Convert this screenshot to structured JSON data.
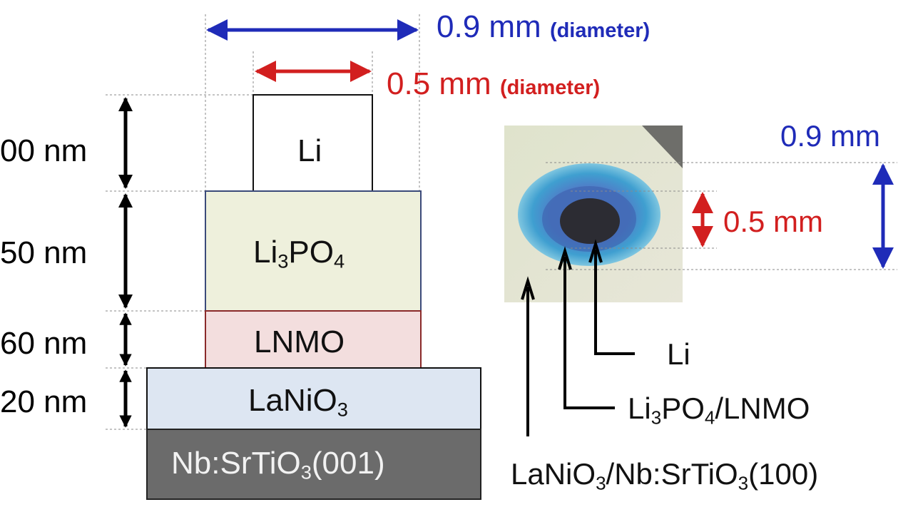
{
  "dimensions": {
    "outer_diameter": "0.9 mm",
    "outer_diameter_note": "(diameter)",
    "inner_diameter": "0.5 mm",
    "inner_diameter_note": "(diameter)"
  },
  "thickness_labels": [
    "00 nm",
    "50 nm",
    "60 nm",
    "20 nm"
  ],
  "layers": {
    "li": {
      "label": "Li"
    },
    "li3po4": {
      "main": "Li",
      "sub1": "3",
      "mid": "PO",
      "sub2": "4"
    },
    "lnmo": {
      "label": "LNMO"
    },
    "lanio3": {
      "main": "LaNiO",
      "sub": "3"
    },
    "substrate": {
      "main": "Nb:SrTiO",
      "sub": "3",
      "tail": "(001)"
    }
  },
  "photo": {
    "outer_label": "0.9 mm",
    "inner_label": "0.5 mm",
    "callout_li": "Li",
    "callout_mid": {
      "a": "Li",
      "a_sub": "3",
      "b": "PO",
      "b_sub": "4",
      "c": "/LNMO"
    },
    "callout_base": {
      "a": "LaNiO",
      "a_sub": "3",
      "b": "/Nb:SrTiO",
      "b_sub": "3",
      "c": "(100)"
    }
  },
  "colors": {
    "blue": "#1f2bb8",
    "red": "#d21f1f",
    "li3po4_fill": "#eef0dc",
    "lnmo_fill": "#f3dede",
    "lanio3_fill": "#dde6f2",
    "substrate_fill": "#6b6b6b"
  }
}
